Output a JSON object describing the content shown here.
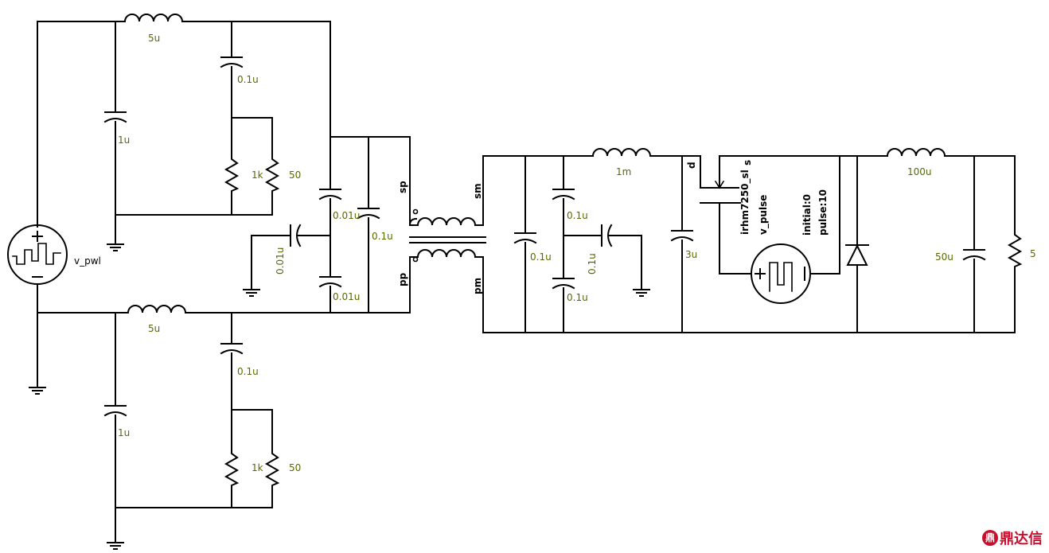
{
  "sources": {
    "input": "v_pwl",
    "gate": "v_pulse",
    "gate_params": [
      "initial:0",
      "pulse:10"
    ]
  },
  "switch": {
    "model": "irhm7250_sl",
    "pins": [
      "d",
      "s"
    ]
  },
  "transformer": {
    "pins": [
      "sp",
      "pp",
      "sm",
      "pm"
    ]
  },
  "filter_top": {
    "l": "5u",
    "c_shunt": "1u",
    "c_series": "0.1u",
    "r1": "1k",
    "r2": "50"
  },
  "filter_bottom": {
    "l": "5u",
    "c_shunt": "1u",
    "c_series": "0.1u",
    "r1": "1k",
    "r2": "50"
  },
  "primary_caps": {
    "c_top": "0.01u",
    "c_gnd": "0.01u",
    "c_bottom": "0.01u",
    "c_across": "0.1u"
  },
  "secondary": {
    "c_across": "0.1u",
    "c_top": "0.1u",
    "c_gnd": "0.1u",
    "c_bottom": "0.1u",
    "l": "1m",
    "c_bulk": "3u"
  },
  "output": {
    "l": "100u",
    "c": "50u",
    "r_load": "5"
  },
  "watermark": {
    "seal": "鼎",
    "text": "鼎达信"
  }
}
